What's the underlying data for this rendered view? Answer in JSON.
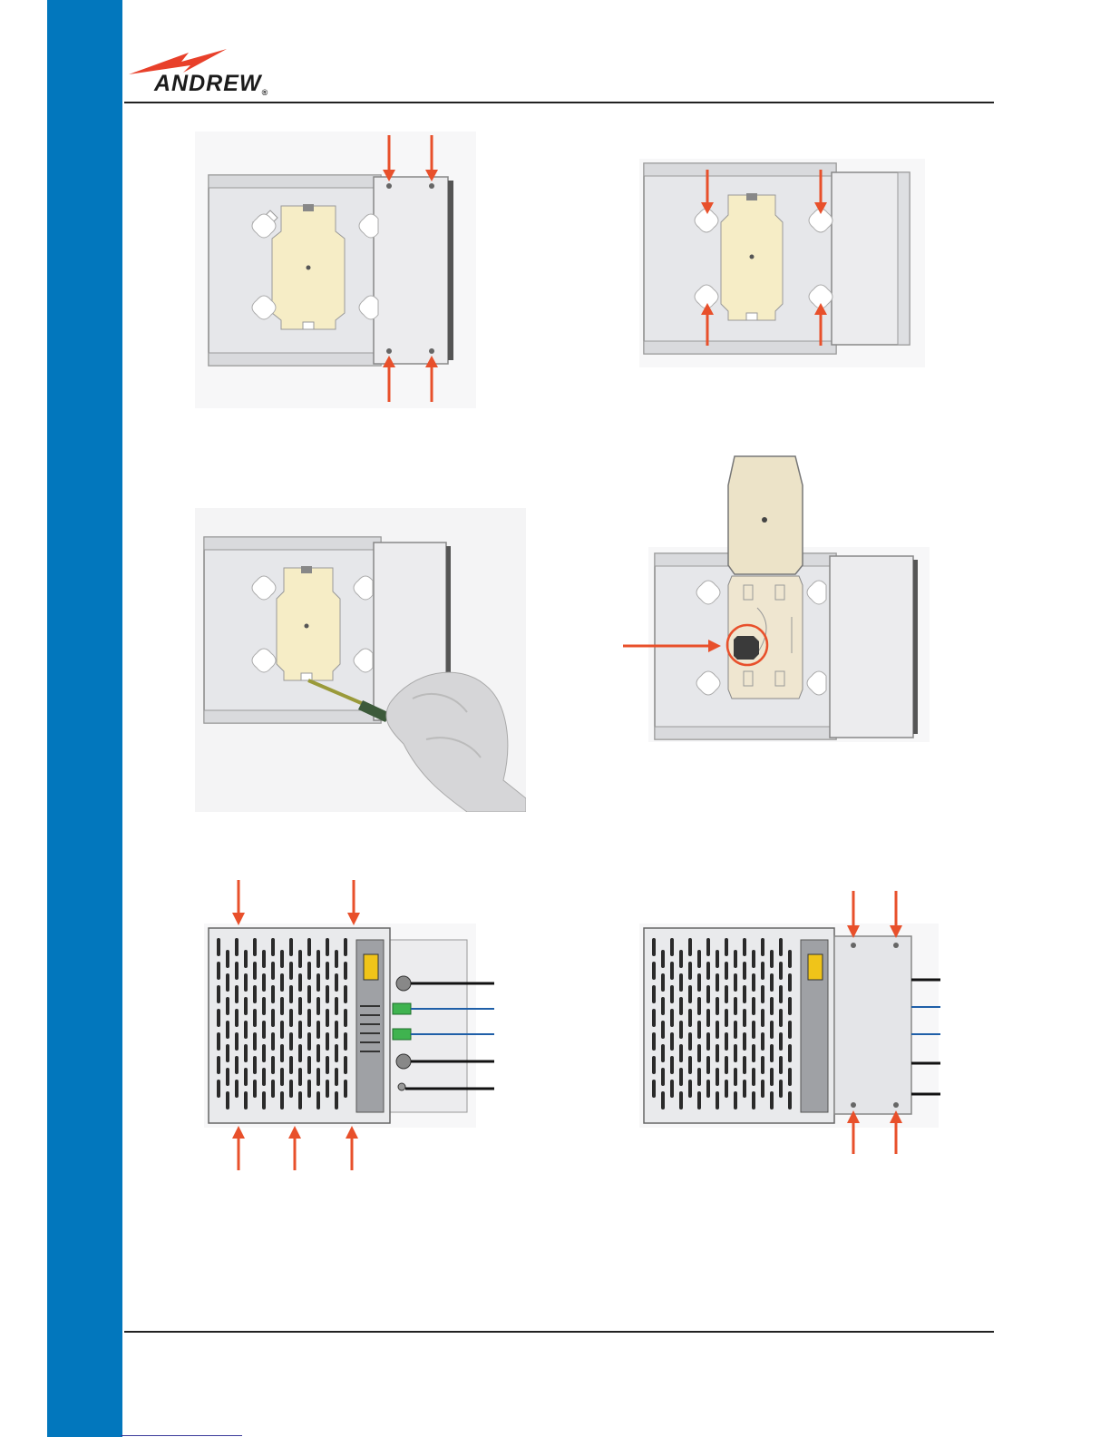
{
  "header": {
    "logo_text": "ANDREW",
    "logo_registered": "®"
  },
  "colors": {
    "sidebar": "#0277bd",
    "arrow": "#e8502b",
    "panel": "#e6e7ea",
    "fiber_tray": "#f6edc6",
    "fiber_blue": "#1f5fa8",
    "cable_black": "#111111",
    "connector_green": "#3fb34f"
  },
  "figures": [
    {
      "id": "step-1",
      "subject": "wall-mount-plate-top-screws"
    },
    {
      "id": "step-2",
      "subject": "wall-mount-plate-keyholes"
    },
    {
      "id": "step-3",
      "subject": "screwdriver-on-fiber-tray"
    },
    {
      "id": "step-4",
      "subject": "open-fiber-tray-splice-holder"
    },
    {
      "id": "step-5",
      "subject": "unit-with-connectors"
    },
    {
      "id": "step-6",
      "subject": "unit-with-cover-installed"
    }
  ]
}
